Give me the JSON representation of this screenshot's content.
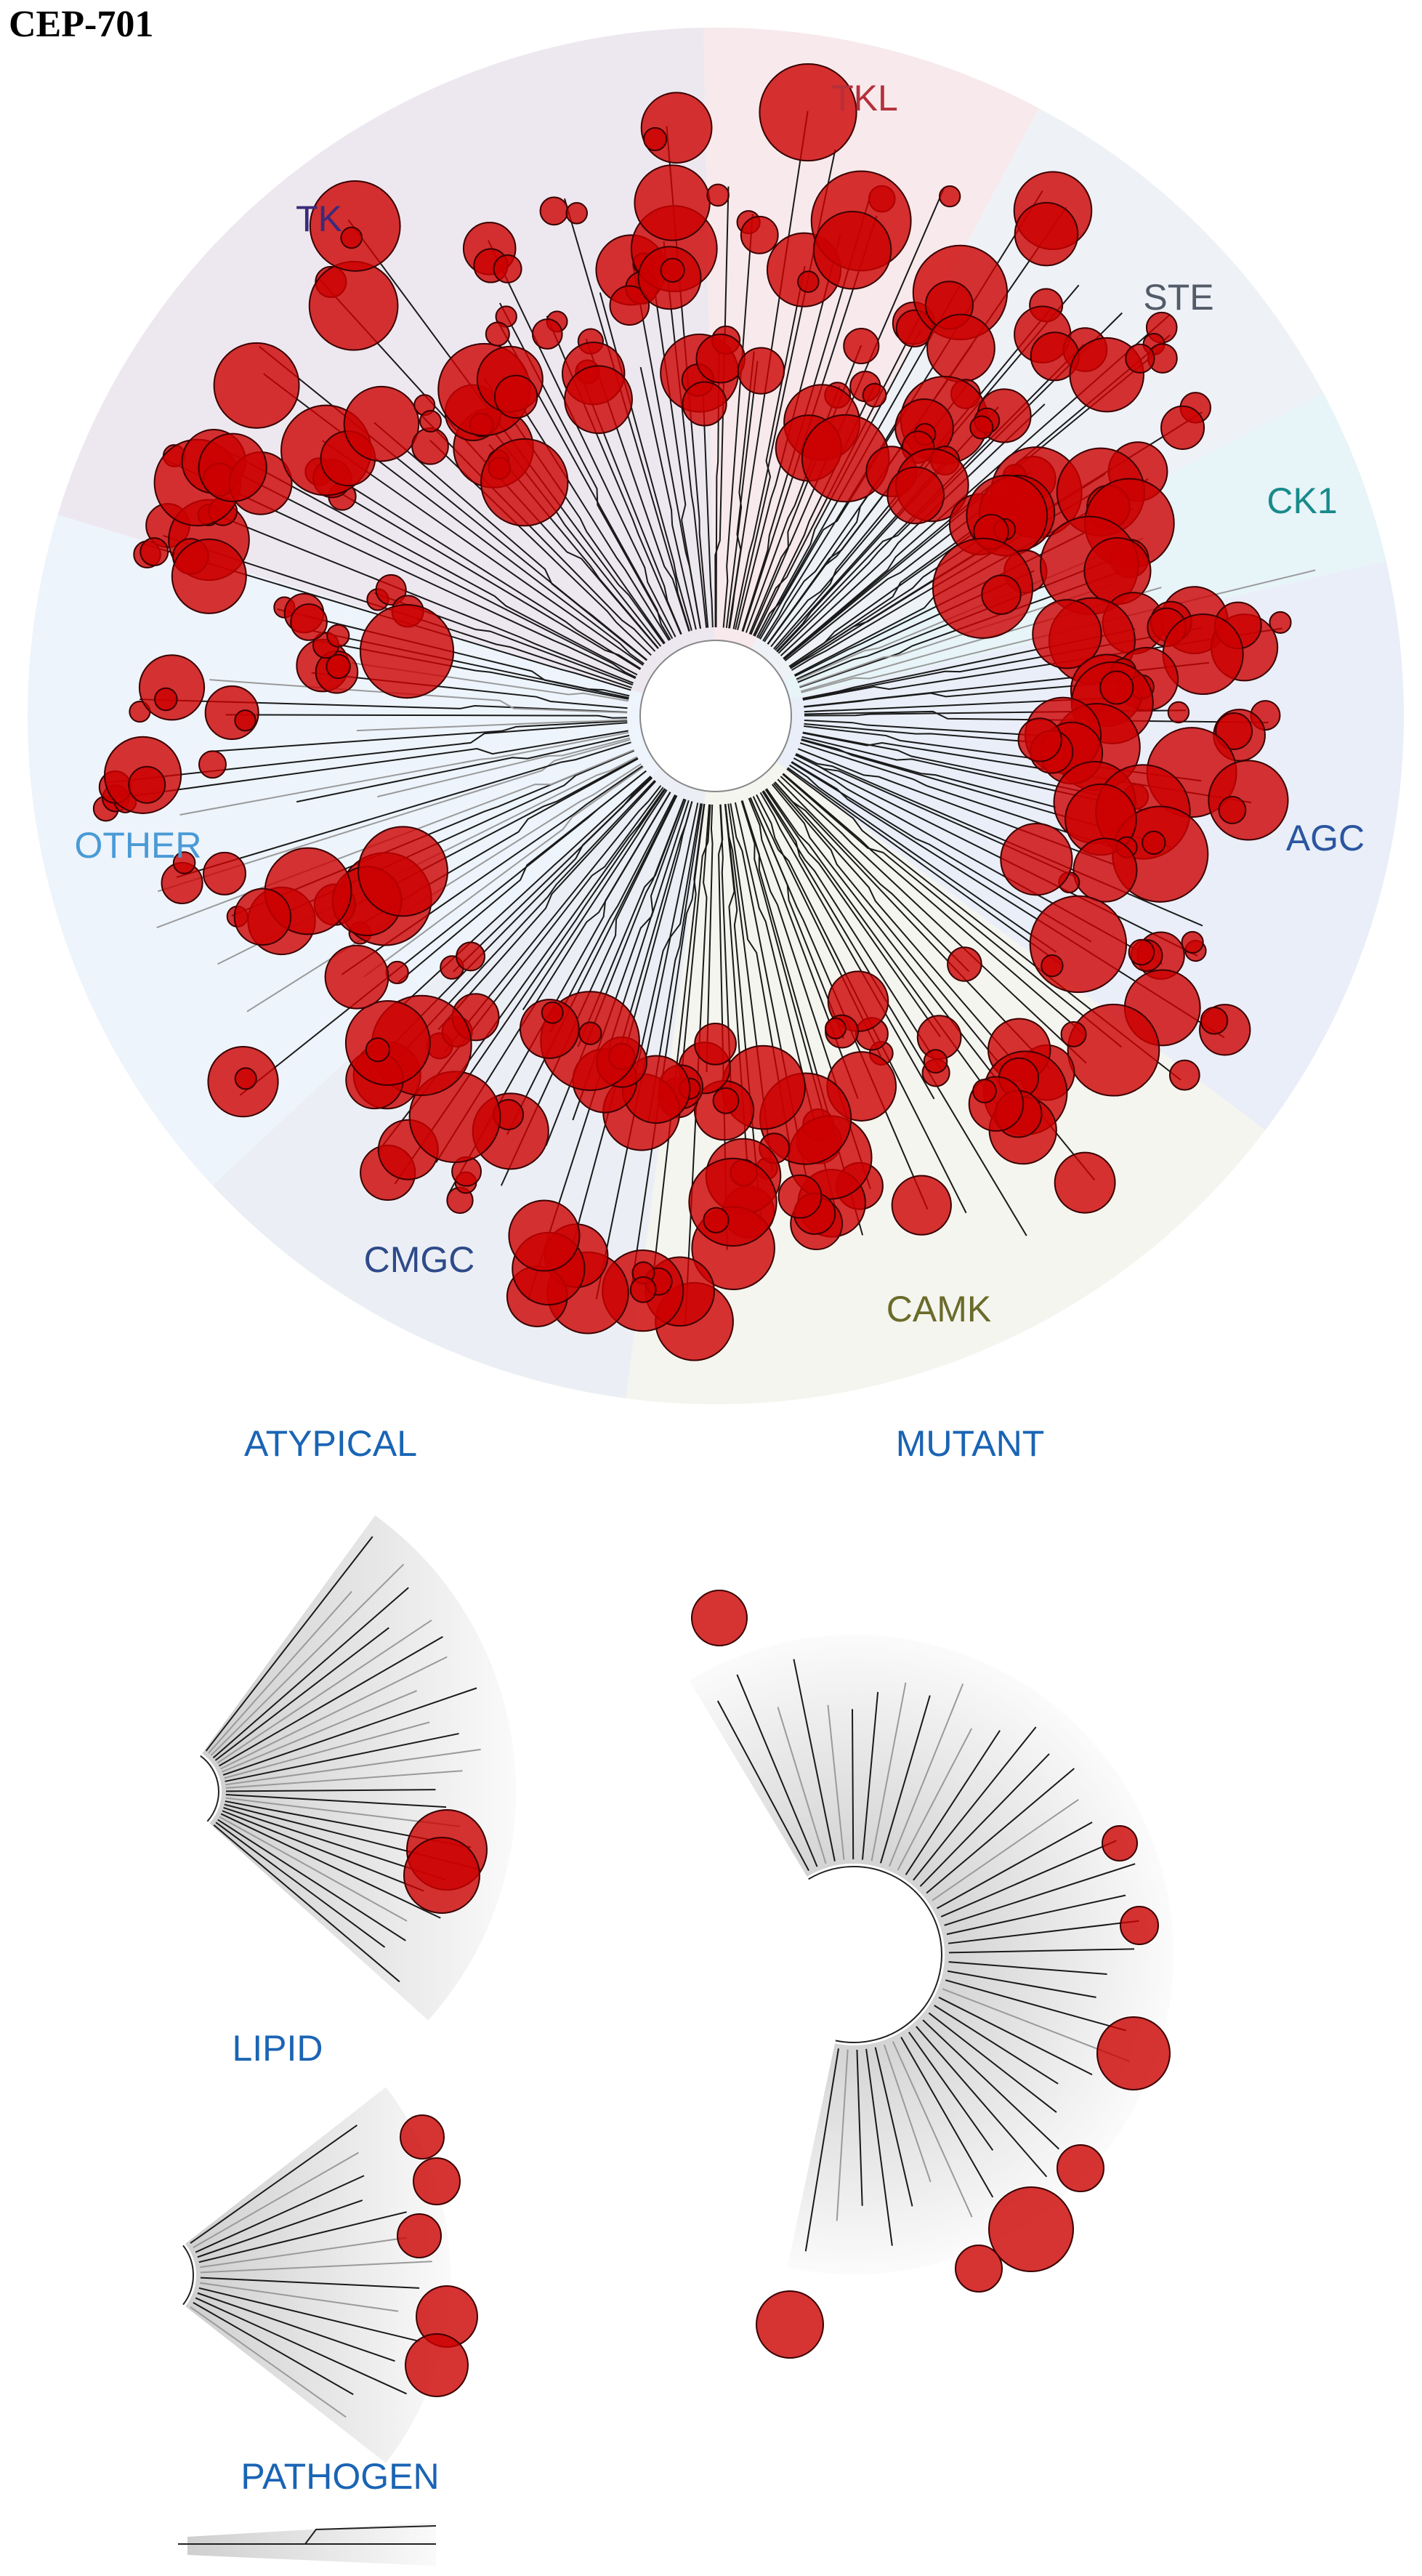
{
  "title": "CEP-701",
  "groups": [
    {
      "key": "TK",
      "label": "TK",
      "color": "#3b2a7a",
      "bg": "#ede8f0"
    },
    {
      "key": "TKL",
      "label": "TKL",
      "color": "#b5303a",
      "bg": "#f7e9ec"
    },
    {
      "key": "STE",
      "label": "STE",
      "color": "#525c68",
      "bg": "#eef1f6"
    },
    {
      "key": "CK1",
      "label": "CK1",
      "color": "#188a8a",
      "bg": "#e7f4f8"
    },
    {
      "key": "AGC",
      "label": "AGC",
      "color": "#2b55a0",
      "bg": "#e9eef8"
    },
    {
      "key": "CAMK",
      "label": "CAMK",
      "color": "#6b6b2a",
      "bg": "#f4f5ee"
    },
    {
      "key": "CMGC",
      "label": "CMGC",
      "color": "#2e4a8a",
      "bg": "#ebeff5"
    },
    {
      "key": "OTHER",
      "label": "OTHER",
      "color": "#4a9ad6",
      "bg": "#edf4fb"
    }
  ],
  "subtrees": {
    "atypical": "ATYPICAL",
    "mutant": "MUTANT",
    "lipid": "LIPID",
    "pathogen": "PATHOGEN"
  },
  "colors": {
    "hit": "#cc0000",
    "hit_stroke": "#3a0000",
    "branch": "#1a1a1a",
    "branch_light": "#9a9a9a"
  }
}
